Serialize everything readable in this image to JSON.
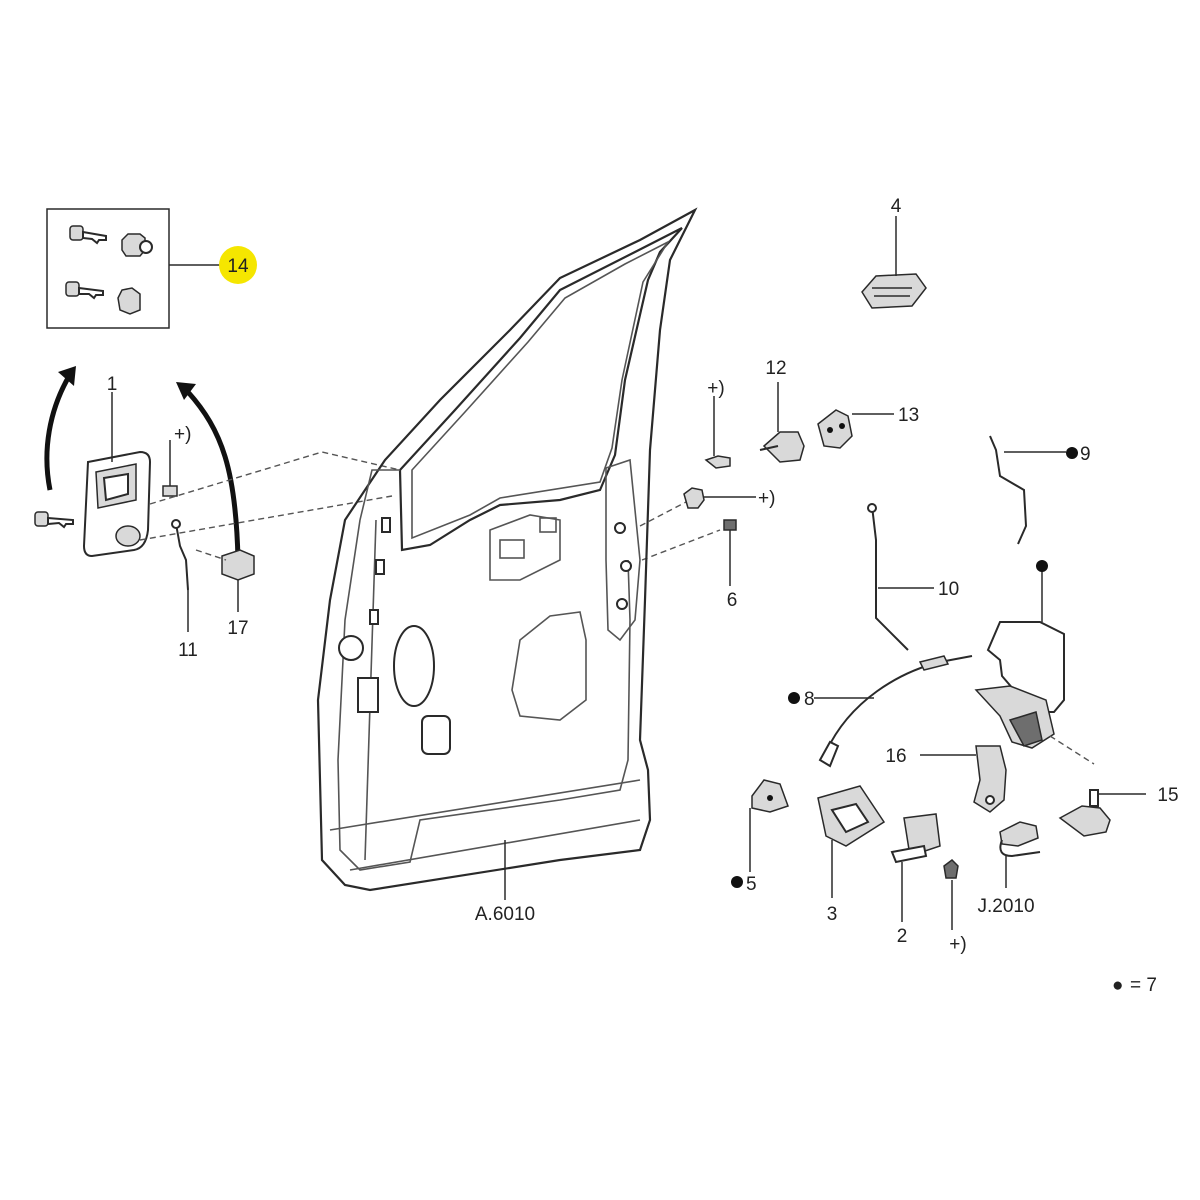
{
  "callouts": {
    "p1": "1",
    "p2": "2",
    "p3": "3",
    "p4": "4",
    "p5": "5",
    "p6": "6",
    "p8": "8",
    "p9": "9",
    "p10": "10",
    "p11": "11",
    "p12": "12",
    "p13": "13",
    "p14": "14",
    "p15": "15",
    "p16": "16",
    "p17": "17",
    "door": "A.6010",
    "harness": "J.2010",
    "plus": "+)"
  },
  "legend": {
    "symbol": "●",
    "text": "= 7"
  },
  "colors": {
    "highlight": "#f5e600",
    "line": "#2a2a2a"
  }
}
